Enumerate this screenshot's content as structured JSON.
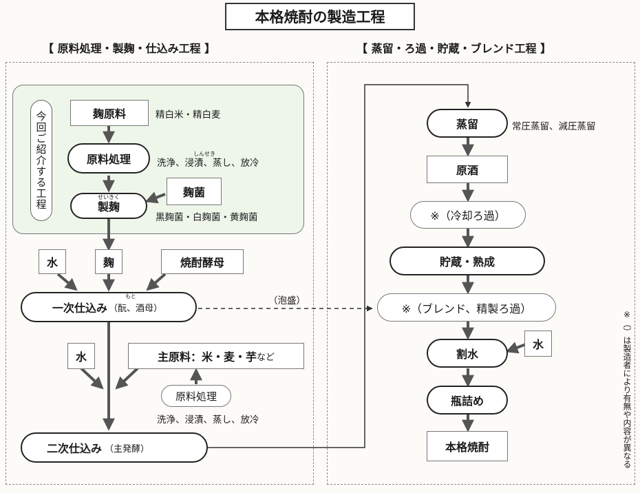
{
  "title": "本格焼酎の製造工程",
  "left_section": {
    "heading": "【 原料処理・製麹・仕込み工程 】",
    "intro_label": "今回ご紹介する工程",
    "koji_material": "麹原料",
    "koji_material_note": "精白米・精白麦",
    "raw_processing": "原料処理",
    "raw_processing_note": "洗浄、浸漬、蒸し、放冷",
    "raw_processing_ruby": "しんせき",
    "koji_fungus": "麹菌",
    "koji_making": "製麹",
    "koji_making_ruby": "せいきく",
    "koji_fungus_note": "黒麹菌・白麹菌・黄麹菌",
    "water1": "水",
    "koji": "麹",
    "yeast": "焼酎酵母",
    "first_mash": "一次仕込み",
    "first_mash_note": "（酛、酒母）",
    "first_mash_ruby": "もと",
    "awamori": "（泡盛）",
    "water2": "水",
    "main_material_prefix": "主原料：米・麦・芋",
    "main_material_suffix": "など",
    "raw_processing2": "原料処理",
    "raw_processing2_note": "洗浄、浸漬、蒸し、放冷",
    "second_mash": "二次仕込み",
    "second_mash_note": "（主発酵）"
  },
  "right_section": {
    "heading": "【 蒸留・ろ過・貯蔵・ブレンド工程 】",
    "distillation": "蒸留",
    "distillation_note": "常圧蒸留、減圧蒸留",
    "raw_spirit": "原酒",
    "cooling_filtration": "※（冷却ろ過）",
    "storage": "貯蔵・熟成",
    "blend": "※（ブレンド、精製ろ過）",
    "water_cut": "割水",
    "water3": "水",
    "bottling": "瓶詰め",
    "product": "本格焼酎",
    "side_note": "※（）は製造者により有無や内容が異なる"
  },
  "colors": {
    "arrow": "#555555",
    "panel_green": "#eef6ea",
    "border": "#222222"
  }
}
